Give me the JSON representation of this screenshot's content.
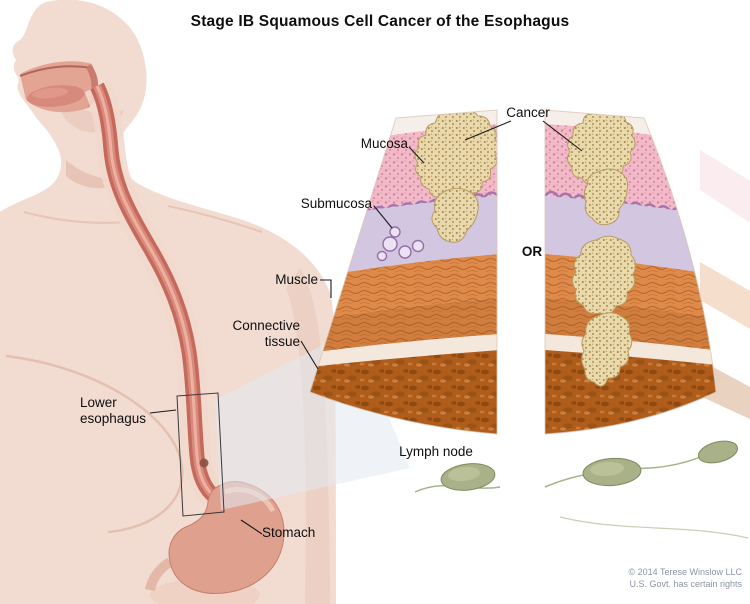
{
  "title": "Stage IB Squamous Cell Cancer of the Esophagus",
  "labels": {
    "cancer": "Cancer",
    "mucosa": "Mucosa",
    "submucosa": "Submucosa",
    "muscle": "Muscle",
    "connective_tissue": "Connective tissue",
    "or_separator": "OR",
    "lymph_node": "Lymph node",
    "lower_esophagus": "Lower esophagus",
    "stomach": "Stomach"
  },
  "credit": {
    "line1": "© 2014 Terese Winslow LLC",
    "line2": "U.S. Govt. has certain rights"
  },
  "colors": {
    "skin": "#f2dcd2",
    "skin_shadow": "#e3bcab",
    "esophagus": "#c4695c",
    "stomach": "#dfa08e",
    "mucosa_pink": "#f2bac8",
    "muscularis_purple": "#9b6fae",
    "submucosa": "#d3c6e0",
    "muscle_orange": "#dd8a4a",
    "layer_gap": "#f3e8db",
    "connective_brown": "#b05d1c",
    "cancer_tan": "#ead9ab",
    "lymph_node": "#a9b188",
    "credit_text": "#8b93a4"
  }
}
